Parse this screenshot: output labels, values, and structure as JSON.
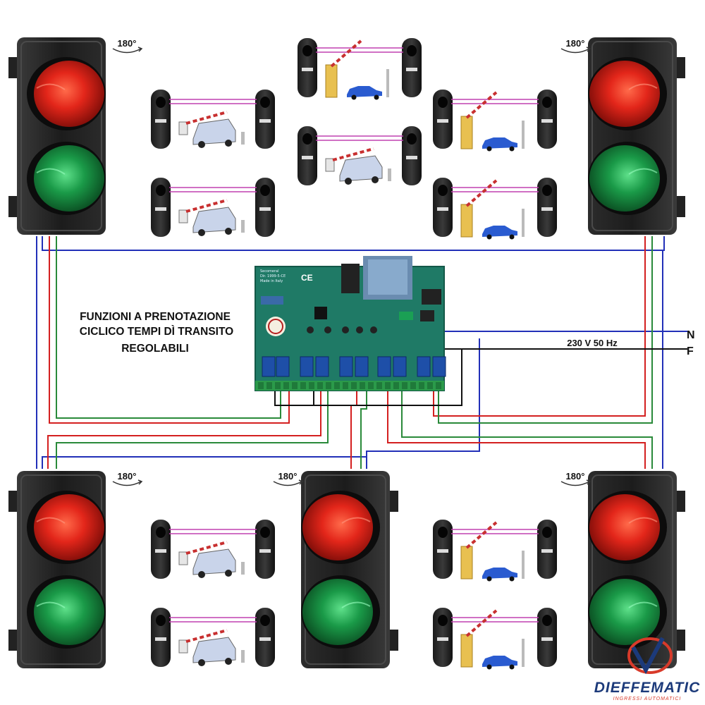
{
  "title_lines": [
    "FUNZIONI A PRENOTAZIONE",
    "CICLICO TEMPI DÌ TRANSITO",
    "REGOLABILI"
  ],
  "power_label": "230 V 50 Hz",
  "terminal_n": "N",
  "terminal_f": "F",
  "rotation_label": "180°",
  "board_text": [
    "Secomeral",
    "Dir. 1999-5-CE",
    "Made in Italy"
  ],
  "brand": {
    "name": "DIEFFEMATIC",
    "tagline": "INGRESSI AUTOMATICI"
  },
  "colors": {
    "wire_blue": "#2230b8",
    "wire_red": "#d42020",
    "wire_green": "#2a8a3a",
    "wire_black": "#111111",
    "beam_pink": "#c040b0",
    "pcb_green": "#1f7a66",
    "lamp_red": "#d01a10",
    "lamp_green": "#169040"
  },
  "traffic_lights": [
    {
      "id": "top-left",
      "lamps": [
        "red",
        "green"
      ]
    },
    {
      "id": "top-right",
      "lamps": [
        "red",
        "green"
      ]
    },
    {
      "id": "bottom-left",
      "lamps": [
        "red",
        "green"
      ]
    },
    {
      "id": "bottom-center",
      "lamps": [
        "red",
        "green"
      ]
    },
    {
      "id": "bottom-right",
      "lamps": [
        "red",
        "green"
      ]
    }
  ],
  "photocell_scenes": [
    {
      "id": "scene-1",
      "kind": "barrier-closed"
    },
    {
      "id": "scene-2",
      "kind": "barrier-open"
    },
    {
      "id": "scene-3",
      "kind": "barrier-open"
    },
    {
      "id": "scene-4",
      "kind": "barrier-closed"
    },
    {
      "id": "scene-5",
      "kind": "barrier-closed"
    },
    {
      "id": "scene-6",
      "kind": "barrier-open"
    },
    {
      "id": "scene-7",
      "kind": "barrier-closed"
    },
    {
      "id": "scene-8",
      "kind": "barrier-open"
    },
    {
      "id": "scene-9",
      "kind": "barrier-closed"
    },
    {
      "id": "scene-10",
      "kind": "barrier-open"
    }
  ]
}
